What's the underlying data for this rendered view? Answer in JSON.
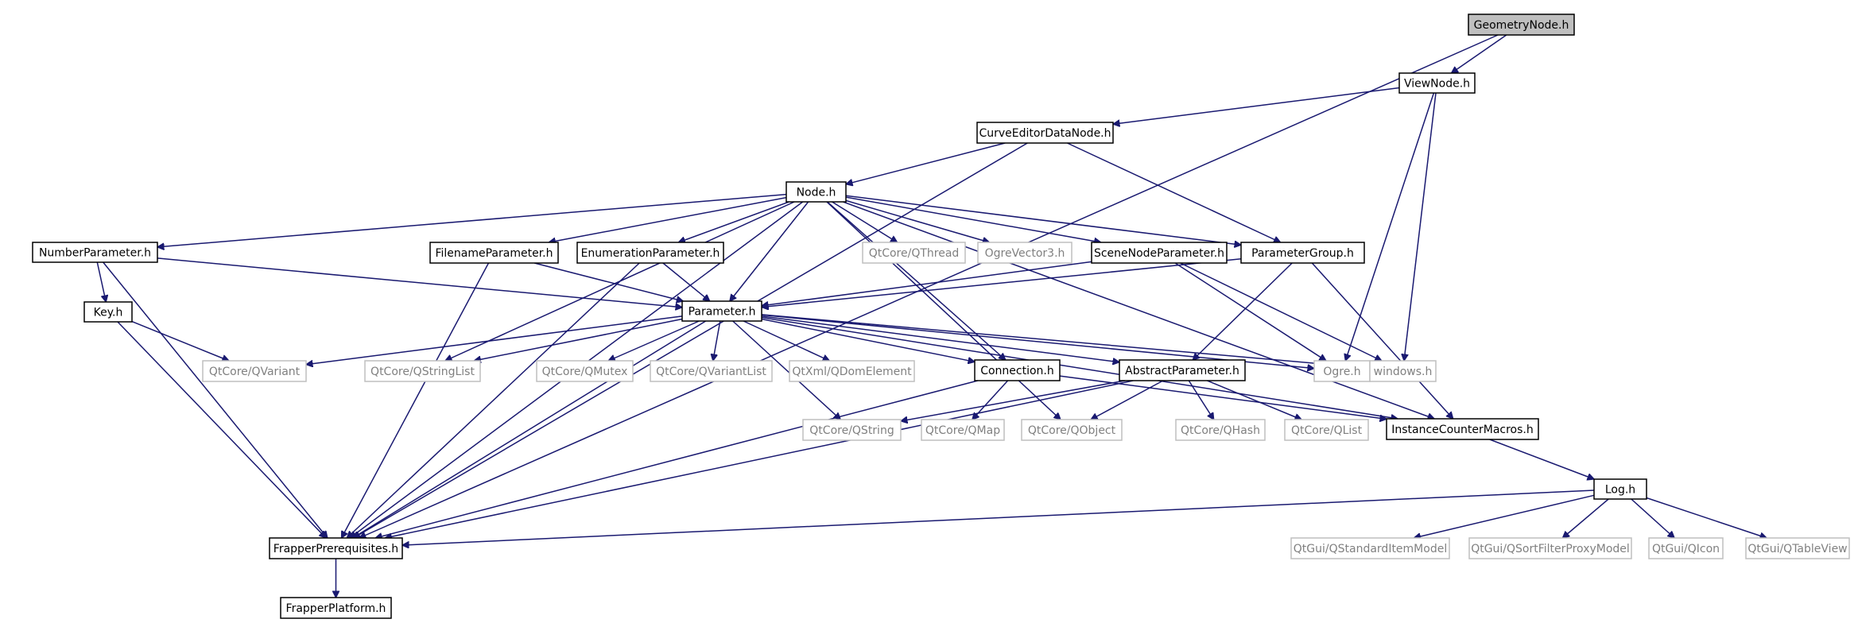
{
  "nodes": [
    {
      "id": "geometrynode",
      "label": "GeometryNode.h",
      "kind": "root"
    },
    {
      "id": "viewnode",
      "label": "ViewNode.h",
      "kind": "internal"
    },
    {
      "id": "curveeditor",
      "label": "CurveEditorDataNode.h",
      "kind": "internal"
    },
    {
      "id": "node",
      "label": "Node.h",
      "kind": "internal"
    },
    {
      "id": "numberparam",
      "label": "NumberParameter.h",
      "kind": "internal"
    },
    {
      "id": "filenameparam",
      "label": "FilenameParameter.h",
      "kind": "internal"
    },
    {
      "id": "enumparam",
      "label": "EnumerationParameter.h",
      "kind": "internal"
    },
    {
      "id": "qthread",
      "label": "QtCore/QThread",
      "kind": "external"
    },
    {
      "id": "ogrevector3",
      "label": "OgreVector3.h",
      "kind": "external"
    },
    {
      "id": "scenenodeparam",
      "label": "SceneNodeParameter.h",
      "kind": "internal"
    },
    {
      "id": "paramgroup",
      "label": "ParameterGroup.h",
      "kind": "internal"
    },
    {
      "id": "key",
      "label": "Key.h",
      "kind": "internal"
    },
    {
      "id": "parameter",
      "label": "Parameter.h",
      "kind": "internal"
    },
    {
      "id": "qvariant",
      "label": "QtCore/QVariant",
      "kind": "external"
    },
    {
      "id": "qstringlist",
      "label": "QtCore/QStringList",
      "kind": "external"
    },
    {
      "id": "qmutex",
      "label": "QtCore/QMutex",
      "kind": "external"
    },
    {
      "id": "qvariantlist",
      "label": "QtCore/QVariantList",
      "kind": "external"
    },
    {
      "id": "qdomelement",
      "label": "QtXml/QDomElement",
      "kind": "external"
    },
    {
      "id": "connection",
      "label": "Connection.h",
      "kind": "internal"
    },
    {
      "id": "abstractparam",
      "label": "AbstractParameter.h",
      "kind": "internal"
    },
    {
      "id": "ogre",
      "label": "Ogre.h",
      "kind": "external"
    },
    {
      "id": "windows",
      "label": "windows.h",
      "kind": "external"
    },
    {
      "id": "qstring",
      "label": "QtCore/QString",
      "kind": "external"
    },
    {
      "id": "qmap",
      "label": "QtCore/QMap",
      "kind": "external"
    },
    {
      "id": "qobject",
      "label": "QtCore/QObject",
      "kind": "external"
    },
    {
      "id": "qhash",
      "label": "QtCore/QHash",
      "kind": "external"
    },
    {
      "id": "qlist",
      "label": "QtCore/QList",
      "kind": "external"
    },
    {
      "id": "instancecounter",
      "label": "InstanceCounterMacros.h",
      "kind": "internal"
    },
    {
      "id": "log",
      "label": "Log.h",
      "kind": "internal"
    },
    {
      "id": "frapperprereq",
      "label": "FrapperPrerequisites.h",
      "kind": "internal"
    },
    {
      "id": "qstandarditemmodel",
      "label": "QtGui/QStandardItemModel",
      "kind": "external"
    },
    {
      "id": "qsortfilter",
      "label": "QtGui/QSortFilterProxyModel",
      "kind": "external"
    },
    {
      "id": "qicon",
      "label": "QtGui/QIcon",
      "kind": "external"
    },
    {
      "id": "qtableview",
      "label": "QtGui/QTableView",
      "kind": "external"
    },
    {
      "id": "frapperplatform",
      "label": "FrapperPlatform.h",
      "kind": "internal"
    }
  ],
  "edges": [
    [
      "geometrynode",
      "viewnode"
    ],
    [
      "geometrynode",
      "frapperprereq"
    ],
    [
      "viewnode",
      "curveeditor"
    ],
    [
      "viewnode",
      "ogre"
    ],
    [
      "viewnode",
      "windows"
    ],
    [
      "curveeditor",
      "node"
    ],
    [
      "curveeditor",
      "paramgroup"
    ],
    [
      "curveeditor",
      "frapperprereq"
    ],
    [
      "node",
      "numberparam"
    ],
    [
      "node",
      "filenameparam"
    ],
    [
      "node",
      "enumparam"
    ],
    [
      "node",
      "qthread"
    ],
    [
      "node",
      "ogrevector3"
    ],
    [
      "node",
      "scenenodeparam"
    ],
    [
      "node",
      "paramgroup"
    ],
    [
      "node",
      "parameter"
    ],
    [
      "node",
      "connection"
    ],
    [
      "node",
      "qstringlist"
    ],
    [
      "node",
      "qobject"
    ],
    [
      "node",
      "instancecounter"
    ],
    [
      "node",
      "frapperprereq"
    ],
    [
      "numberparam",
      "key"
    ],
    [
      "numberparam",
      "parameter"
    ],
    [
      "numberparam",
      "frapperprereq"
    ],
    [
      "filenameparam",
      "parameter"
    ],
    [
      "filenameparam",
      "frapperprereq"
    ],
    [
      "enumparam",
      "parameter"
    ],
    [
      "enumparam",
      "frapperprereq"
    ],
    [
      "scenenodeparam",
      "parameter"
    ],
    [
      "scenenodeparam",
      "ogre"
    ],
    [
      "scenenodeparam",
      "windows"
    ],
    [
      "paramgroup",
      "parameter"
    ],
    [
      "paramgroup",
      "abstractparam"
    ],
    [
      "paramgroup",
      "instancecounter"
    ],
    [
      "key",
      "qvariant"
    ],
    [
      "key",
      "frapperprereq"
    ],
    [
      "parameter",
      "qvariant"
    ],
    [
      "parameter",
      "qstringlist"
    ],
    [
      "parameter",
      "qmutex"
    ],
    [
      "parameter",
      "qvariantlist"
    ],
    [
      "parameter",
      "qdomelement"
    ],
    [
      "parameter",
      "connection"
    ],
    [
      "parameter",
      "abstractparam"
    ],
    [
      "parameter",
      "ogre"
    ],
    [
      "parameter",
      "windows"
    ],
    [
      "parameter",
      "qstring"
    ],
    [
      "parameter",
      "instancecounter"
    ],
    [
      "parameter",
      "frapperprereq"
    ],
    [
      "connection",
      "qmap"
    ],
    [
      "connection",
      "instancecounter"
    ],
    [
      "connection",
      "frapperprereq"
    ],
    [
      "abstractparam",
      "qstring"
    ],
    [
      "abstractparam",
      "qobject"
    ],
    [
      "abstractparam",
      "qhash"
    ],
    [
      "abstractparam",
      "qlist"
    ],
    [
      "abstractparam",
      "frapperprereq"
    ],
    [
      "instancecounter",
      "log"
    ],
    [
      "log",
      "frapperprereq"
    ],
    [
      "log",
      "qstandarditemmodel"
    ],
    [
      "log",
      "qsortfilter"
    ],
    [
      "log",
      "qicon"
    ],
    [
      "log",
      "qtableview"
    ],
    [
      "frapperprereq",
      "frapperplatform"
    ]
  ]
}
